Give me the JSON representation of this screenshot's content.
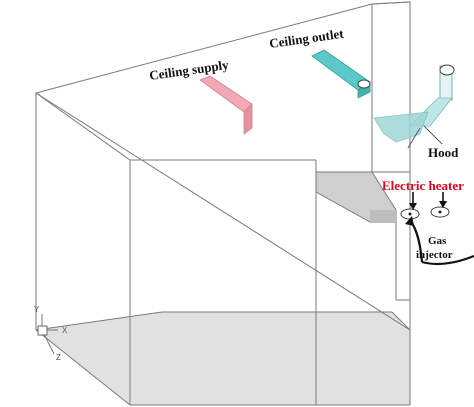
{
  "labels": {
    "ceiling_supply": "Ceiling supply",
    "ceiling_outlet": "Ceiling outlet",
    "hood": "Hood",
    "electric_heater": "Electric heater",
    "gas_line1": "Gas",
    "gas_line2": "injector"
  },
  "axes": {
    "x": "X",
    "y": "Y",
    "z": "Z"
  },
  "colors": {
    "supply": "#f2a9b4",
    "outlet": "#5cc8c8",
    "hood": "#9fd6d6",
    "heater_label": "#e0001b",
    "floor": "#d8d8d8",
    "counter": "#cfcfcf"
  }
}
